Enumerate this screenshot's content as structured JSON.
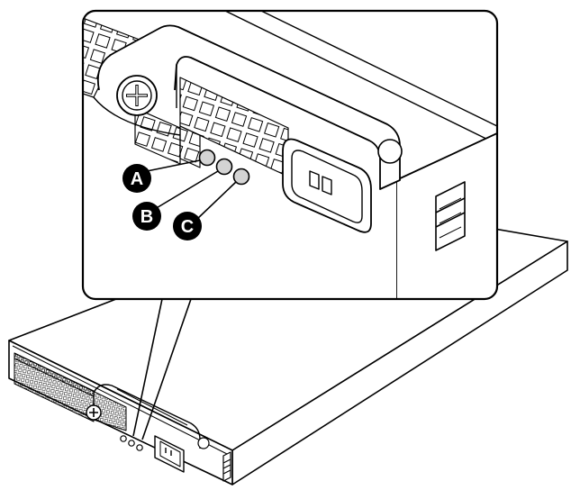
{
  "figure": {
    "callouts": [
      {
        "letter": "A"
      },
      {
        "letter": "B"
      },
      {
        "letter": "C"
      }
    ],
    "colors": {
      "line": "#000000",
      "background": "#ffffff",
      "led": "#d4d4d4",
      "callout_fill": "#000000",
      "callout_text": "#ffffff"
    }
  }
}
